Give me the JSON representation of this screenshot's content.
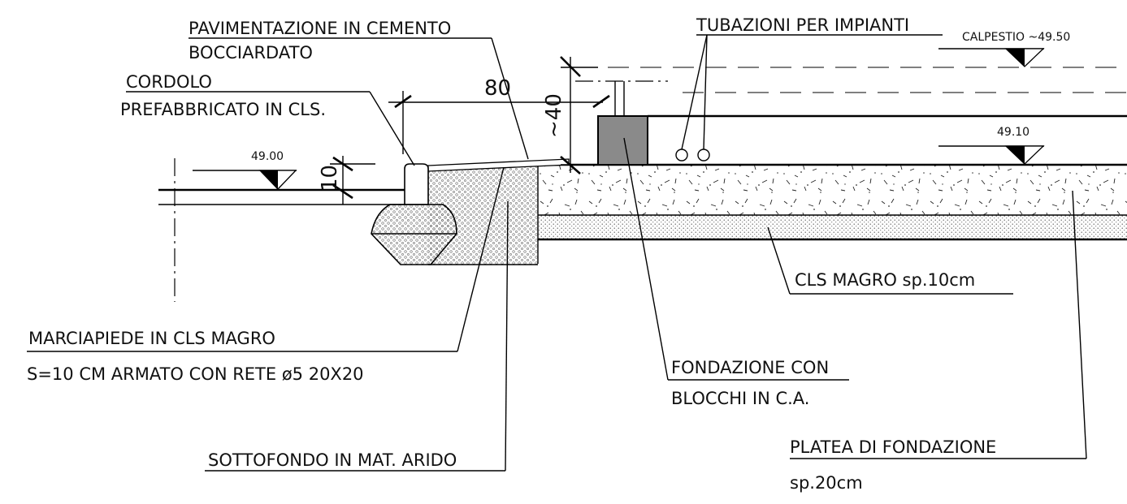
{
  "labels": {
    "pavimentazione_line1": "PAVIMENTAZIONE IN CEMENTO",
    "pavimentazione_line2": "BOCCIARDATO",
    "cordolo_line1": "CORDOLO",
    "cordolo_line2": "PREFABBRICATO IN CLS.",
    "tubazioni": "TUBAZIONI PER IMPIANTI",
    "calpestio": "CALPESTIO ~49.50",
    "level_49_10": "49.10",
    "level_49_00": "49.00",
    "cls_magro": "CLS MAGRO sp.10cm",
    "marciapiede_line1": "MARCIAPIEDE IN CLS MAGRO",
    "marciapiede_line2": "S=10 CM ARMATO CON RETE ø5 20X20",
    "fondazione_line1": "FONDAZIONE CON",
    "fondazione_line2": "BLOCCHI IN C.A.",
    "sottofondo": "SOTTOFONDO IN MAT. ARIDO",
    "platea_line1": "PLATEA DI FONDAZIONE",
    "platea_line2": "sp.20cm"
  },
  "dimensions": {
    "width_80": "80",
    "height_40": "~40",
    "height_10": "10"
  },
  "colors": {
    "line": "#000000",
    "block_fill": "#8a8a8a",
    "hatch": "#6a6a6a"
  }
}
